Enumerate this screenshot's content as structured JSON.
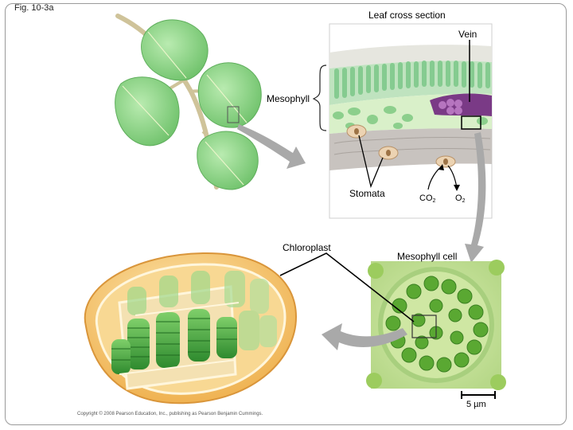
{
  "figure_label": "Fig. 10-3a",
  "title": "Leaf cross section",
  "labels": {
    "vein": "Vein",
    "mesophyll": "Mesophyll",
    "stomata": "Stomata",
    "co2_main": "CO",
    "co2_sub": "2",
    "o2_main": "O",
    "o2_sub": "2",
    "chloroplast": "Chloroplast",
    "mesophyll_cell": "Mesophyll cell",
    "scale_bar": "5 µm"
  },
  "copyright": "Copyright © 2008 Pearson Education, Inc., publishing as Pearson Benjamin Cummings.",
  "colors": {
    "leaf": "#8fd48a",
    "leaf_dark": "#5fae5c",
    "stem": "#cfc39a",
    "chloroplast_outer": "#f5c66a",
    "grana": "#3d9a3a",
    "arrow": "#a9a9a9",
    "vein": "#7a3a86"
  }
}
